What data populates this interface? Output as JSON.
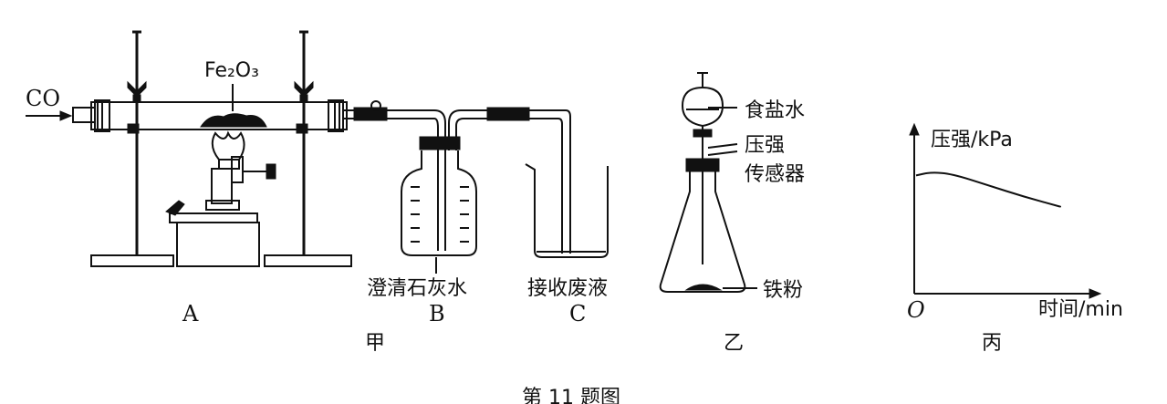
{
  "apparatus_a": {
    "gas_label": "CO",
    "reagent_label": "Fe₂O₃",
    "letter": "A"
  },
  "apparatus_b": {
    "reagent_label": "澄清石灰水",
    "letter": "B"
  },
  "apparatus_c": {
    "label": "接收废液",
    "letter": "C"
  },
  "group_jia": "甲",
  "apparatus_yi": {
    "funnel_label": "食盐水",
    "sensor_label_line1": "压强",
    "sensor_label_line2": "传感器",
    "powder_label": "铁粉",
    "caption": "乙"
  },
  "graph_bing": {
    "y_axis_label": "压强/kPa",
    "x_axis_label": "时间/min",
    "origin_label": "O",
    "caption": "丙",
    "chart_data": {
      "type": "line",
      "xlabel": "时间/min",
      "ylabel": "压强/kPa",
      "series": [
        {
          "x": [
            0,
            0.1,
            0.25,
            0.5,
            0.75,
            1.0
          ],
          "y": [
            0.72,
            0.74,
            0.73,
            0.66,
            0.59,
            0.53
          ]
        }
      ]
    }
  },
  "figure_caption": "第 11 题图"
}
